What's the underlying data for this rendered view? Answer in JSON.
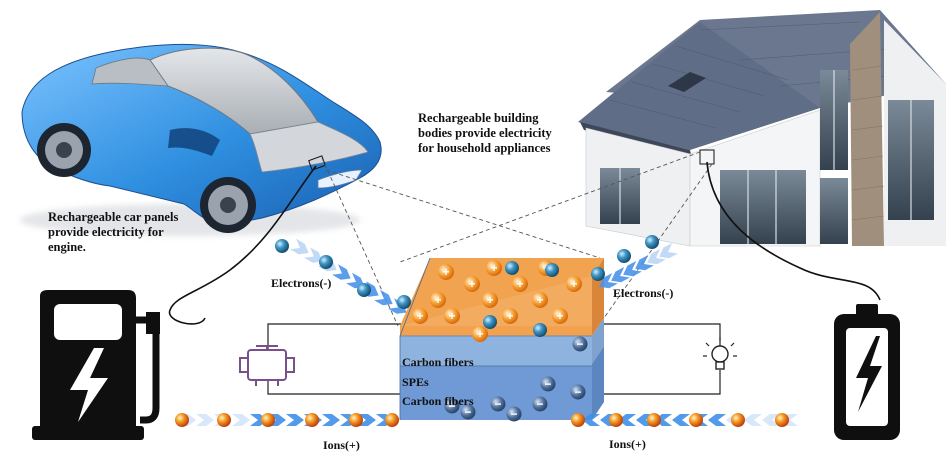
{
  "captions": {
    "car": [
      "Rechargeable car panels",
      "provide electricity for",
      "engine."
    ],
    "house": [
      "Rechargeable building",
      "bodies provide electricity",
      "for household appliances"
    ]
  },
  "flow_labels": {
    "electrons_left": "Electrons(-)",
    "electrons_right": "Electrons(-)",
    "ions_left": "Ions(+)",
    "ions_right": "Ions(+)"
  },
  "layers": [
    "Carbon fibers",
    "SPEs",
    "Carbon fibers"
  ],
  "symbols": {
    "plus": "+",
    "minus": "−"
  },
  "icons": [
    "charging-pump-icon",
    "battery-icon",
    "motor-icon",
    "lightbulb-icon",
    "lightning-icon"
  ],
  "colors": {
    "car_blue": "#2f8fe0",
    "car_grey": "#c9ccd0",
    "roof": "#5f6d86",
    "wall": "#f1f2f3",
    "stone": "#9b8b7a",
    "glass": "#4b5a6a",
    "top_layer": "#f2a24f",
    "middle_layer": "#8fb3df",
    "bottom_layer": "#6f9ad6",
    "electron": "#2e7fb4",
    "ion": "#ef8f1f",
    "arrow": "#3f8fe8"
  }
}
